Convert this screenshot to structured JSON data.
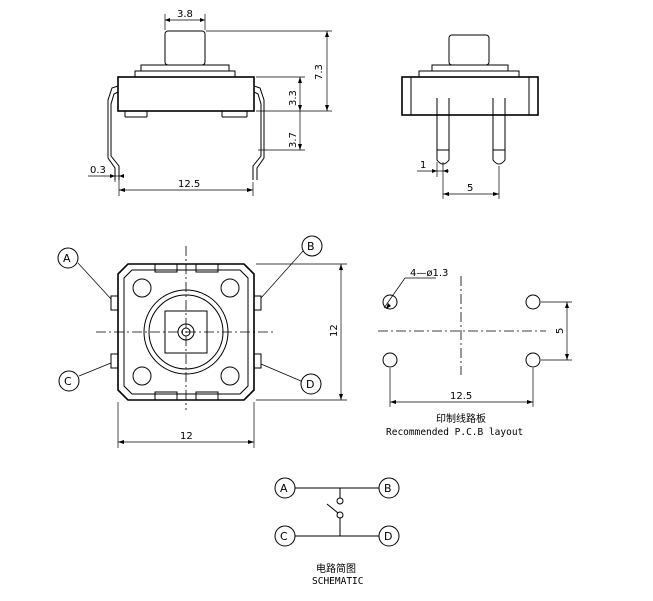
{
  "dims": {
    "cap_width": "3.8",
    "total_height": "7.3",
    "body_height": "3.3",
    "pin_length": "3.7",
    "pin_thickness": "0.3",
    "pin_span": "12.5",
    "pin_width": "1",
    "pin_pitch": "5",
    "body_width": "12",
    "body_depth": "12",
    "hole_spec": "4—ø1.3",
    "pcb_span": "12.5",
    "pcb_pitch": "5"
  },
  "pins": {
    "a": "A",
    "b": "B",
    "c": "C",
    "d": "D"
  },
  "schematic_pins": {
    "a": "A",
    "b": "B",
    "c": "C",
    "d": "D"
  },
  "captions": {
    "pcb_cn": "印制线路板",
    "pcb_en": "Recommended P.C.B layout",
    "schematic_cn": "电路简图",
    "schematic_en": "SCHEMATIC"
  }
}
